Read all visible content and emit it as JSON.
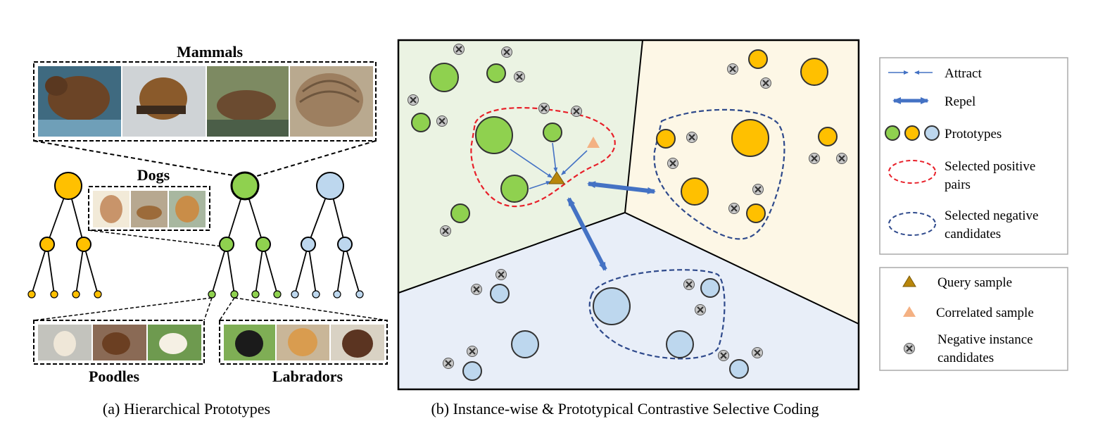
{
  "panel_a": {
    "caption": "(a) Hierarchical Prototypes",
    "labels": {
      "mammals": "Mammals",
      "dogs": "Dogs",
      "poodles": "Poodles",
      "labradors": "Labradors"
    },
    "photo_groups": {
      "mammals": [
        "bear-photo",
        "bird-dog-photo",
        "platypus-photo",
        "armadillo-photo"
      ],
      "dogs": [
        "poodle-photo",
        "dog-photo",
        "golden-photo"
      ],
      "poodles": [
        "white-dog-photo",
        "brown-dog-photo",
        "small-white-dog-photo"
      ],
      "labradors": [
        "black-lab-photo",
        "yellow-lab-photo",
        "chocolate-lab-photo"
      ]
    }
  },
  "panel_b": {
    "caption": "(b) Instance-wise & Prototypical Contrastive Selective Coding"
  },
  "legend": {
    "attract": "Attract",
    "repel": "Repel",
    "prototypes": "Prototypes",
    "positive_pairs_line1": "Selected positive",
    "positive_pairs_line2": "pairs",
    "negative_candidates_line1": "Selected negative",
    "negative_candidates_line2": "candidates",
    "query_sample": "Query sample",
    "correlated_sample": "Correlated sample",
    "negative_instance_line1": "Negative instance",
    "negative_instance_line2": "candidates"
  },
  "colors": {
    "green_node": "#8fd14f",
    "orange_node": "#ffc000",
    "blue_node": "#bdd7ee",
    "green_region": "#ebf3e3",
    "orange_region": "#fdf7e6",
    "blue_region": "#e8eef8",
    "arrow_blue": "#4472c4",
    "positive_red": "#e8202a",
    "negative_navy": "#2f4a8c",
    "query_gold": "#b8860b",
    "correlated_salmon": "#f4b183"
  }
}
